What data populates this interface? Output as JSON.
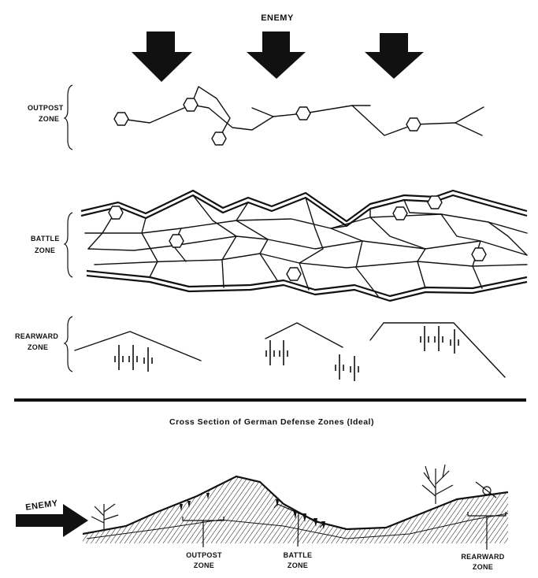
{
  "top_panel": {
    "enemy_label": "ENEMY",
    "outpost_label": [
      "OUTPOST",
      "ZONE"
    ],
    "battle_label": [
      "BATTLE",
      "ZONE"
    ],
    "rearward_label": [
      "REARWARD",
      "ZONE"
    ]
  },
  "caption": "Cross Section of German Defense Zones (Ideal)",
  "cross_section": {
    "enemy_label": "ENEMY",
    "outpost_label": [
      "OUTPOST",
      "ZONE"
    ],
    "battle_label": [
      "BATTLE",
      "ZONE"
    ],
    "rearward_label": [
      "REARWARD",
      "ZONE"
    ]
  },
  "colors": {
    "ink": "#111111",
    "paper": "#ffffff"
  },
  "icons": [
    "enemy-arrow-icon",
    "strongpoint-hexagon-icon",
    "tree-icon",
    "observer-icon"
  ]
}
